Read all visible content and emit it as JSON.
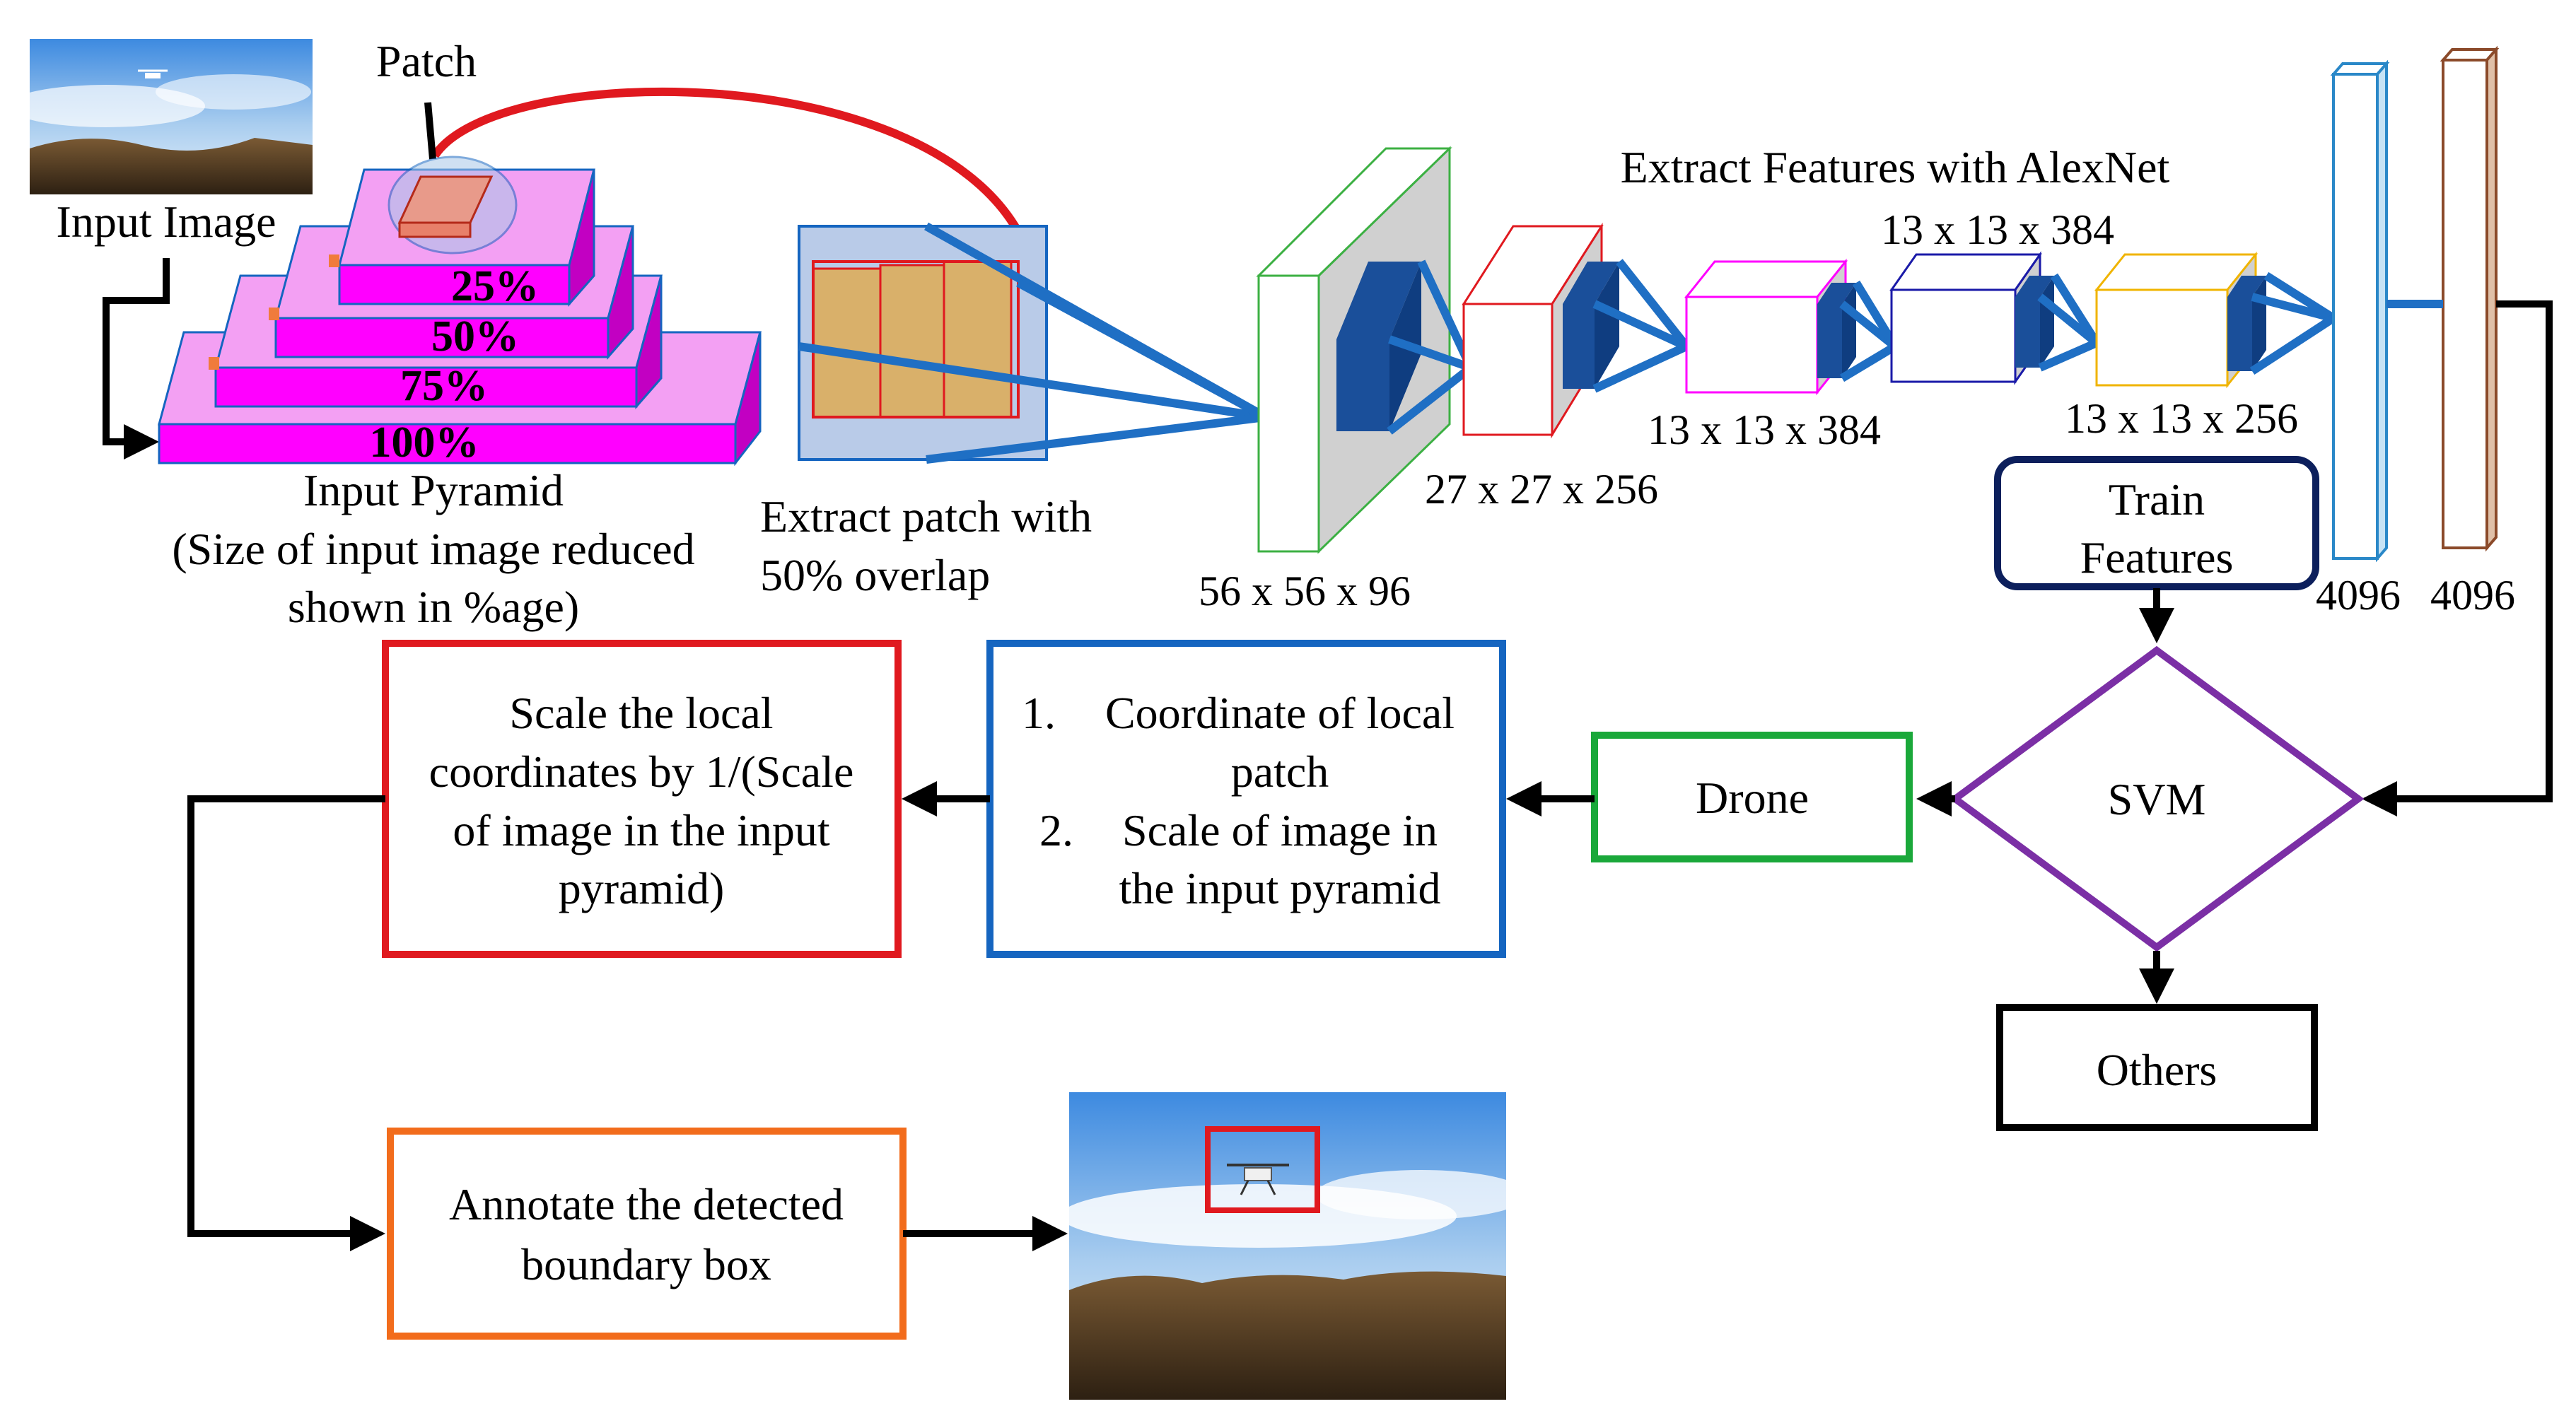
{
  "pyramid": {
    "patch_label": "Patch",
    "input_image_label": "Input Image",
    "levels": [
      "25%",
      "50%",
      "75%",
      "100%"
    ],
    "title": "Input Pyramid",
    "caption_line1": "(Size of input image reduced",
    "caption_line2": "shown in %age)"
  },
  "patch_extract": {
    "line1": "Extract patch with",
    "line2": "50% overlap"
  },
  "alexnet": {
    "title": "Extract Features with AlexNet",
    "layer1_dims": "56 x 56 x 96",
    "layer2_dims": "27 x 27 x 256",
    "layer3_dims": "13 x 13 x 384",
    "layer4_dims": "13 x 13 x 384",
    "layer5_dims": "13 x 13 x 256",
    "fc1_dims": "4096",
    "fc2_dims": "4096"
  },
  "train_features": {
    "line1": "Train",
    "line2": "Features"
  },
  "svm_label": "SVM",
  "drone_label": "Drone",
  "others_label": "Others",
  "coordinate_box": {
    "item1_num": "1.",
    "item1_line1": "Coordinate of local",
    "item1_line2": "patch",
    "item2_num": "2.",
    "item2_line1": "Scale of image in",
    "item2_line2": "the input pyramid"
  },
  "scale_box": {
    "line1": "Scale the local",
    "line2": "coordinates by 1/(Scale",
    "line3": "of image in the input",
    "line4": "pyramid)"
  },
  "annotate_box": {
    "line1": "Annotate the detected",
    "line2": "boundary box"
  },
  "colors": {
    "pyramid": "#ff00ff",
    "flow_blue": "#1f6fc4",
    "cnn_dark": "#1a4f9a",
    "red": "#e0191f",
    "blue": "#1565c0",
    "green": "#1aa83a",
    "navy": "#0c1f5c",
    "purple": "#7b2fa5",
    "orange": "#f26c1c"
  }
}
